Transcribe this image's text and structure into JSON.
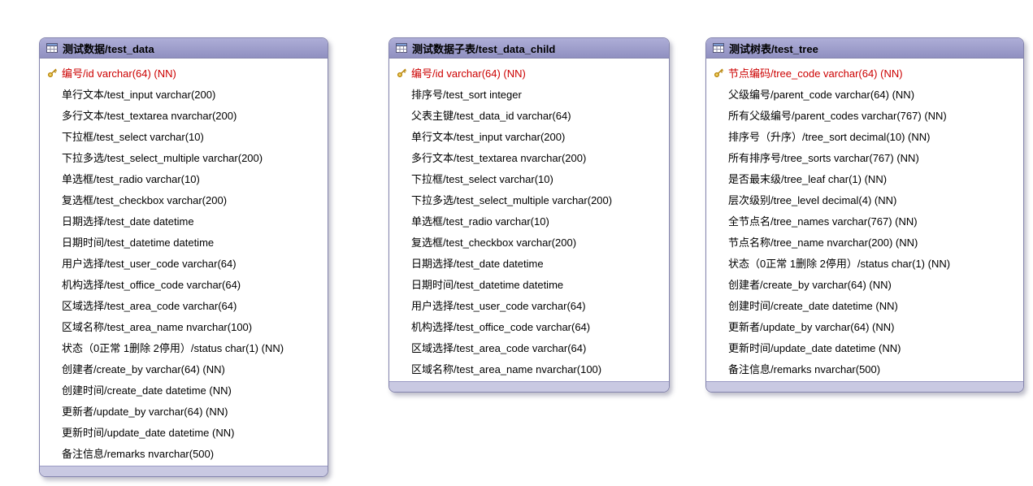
{
  "colors": {
    "header_bg_top": "#aeaed7",
    "header_bg_bottom": "#9090c1",
    "footer_bg": "#c9c9e2",
    "pk_color": "#cc0000",
    "key_gold": "#e0b434",
    "border": "#8484ad"
  },
  "icons": {
    "header_icon": "table-grid-icon",
    "pk_icon": "primary-key-icon"
  },
  "tables": [
    {
      "title": "测试数据/test_data",
      "fields": [
        {
          "label": "编号/id varchar(64) (NN)",
          "pk": true
        },
        {
          "label": "单行文本/test_input varchar(200)",
          "pk": false
        },
        {
          "label": "多行文本/test_textarea nvarchar(200)",
          "pk": false
        },
        {
          "label": "下拉框/test_select varchar(10)",
          "pk": false
        },
        {
          "label": "下拉多选/test_select_multiple varchar(200)",
          "pk": false
        },
        {
          "label": "单选框/test_radio varchar(10)",
          "pk": false
        },
        {
          "label": "复选框/test_checkbox varchar(200)",
          "pk": false
        },
        {
          "label": "日期选择/test_date datetime",
          "pk": false
        },
        {
          "label": "日期时间/test_datetime datetime",
          "pk": false
        },
        {
          "label": "用户选择/test_user_code varchar(64)",
          "pk": false
        },
        {
          "label": "机构选择/test_office_code varchar(64)",
          "pk": false
        },
        {
          "label": "区域选择/test_area_code varchar(64)",
          "pk": false
        },
        {
          "label": "区域名称/test_area_name nvarchar(100)",
          "pk": false
        },
        {
          "label": "状态（0正常 1删除 2停用）/status char(1) (NN)",
          "pk": false
        },
        {
          "label": "创建者/create_by varchar(64) (NN)",
          "pk": false
        },
        {
          "label": "创建时间/create_date datetime (NN)",
          "pk": false
        },
        {
          "label": "更新者/update_by varchar(64) (NN)",
          "pk": false
        },
        {
          "label": "更新时间/update_date datetime (NN)",
          "pk": false
        },
        {
          "label": "备注信息/remarks nvarchar(500)",
          "pk": false
        }
      ]
    },
    {
      "title": "测试数据子表/test_data_child",
      "fields": [
        {
          "label": "编号/id varchar(64) (NN)",
          "pk": true
        },
        {
          "label": "排序号/test_sort integer",
          "pk": false
        },
        {
          "label": "父表主键/test_data_id varchar(64)",
          "pk": false
        },
        {
          "label": "单行文本/test_input varchar(200)",
          "pk": false
        },
        {
          "label": "多行文本/test_textarea nvarchar(200)",
          "pk": false
        },
        {
          "label": "下拉框/test_select varchar(10)",
          "pk": false
        },
        {
          "label": "下拉多选/test_select_multiple varchar(200)",
          "pk": false
        },
        {
          "label": "单选框/test_radio varchar(10)",
          "pk": false
        },
        {
          "label": "复选框/test_checkbox varchar(200)",
          "pk": false
        },
        {
          "label": "日期选择/test_date datetime",
          "pk": false
        },
        {
          "label": "日期时间/test_datetime datetime",
          "pk": false
        },
        {
          "label": "用户选择/test_user_code varchar(64)",
          "pk": false
        },
        {
          "label": "机构选择/test_office_code varchar(64)",
          "pk": false
        },
        {
          "label": "区域选择/test_area_code varchar(64)",
          "pk": false
        },
        {
          "label": "区域名称/test_area_name nvarchar(100)",
          "pk": false
        }
      ]
    },
    {
      "title": "测试树表/test_tree",
      "fields": [
        {
          "label": "节点编码/tree_code varchar(64) (NN)",
          "pk": true
        },
        {
          "label": "父级编号/parent_code varchar(64) (NN)",
          "pk": false
        },
        {
          "label": "所有父级编号/parent_codes varchar(767) (NN)",
          "pk": false
        },
        {
          "label": "排序号（升序）/tree_sort decimal(10) (NN)",
          "pk": false
        },
        {
          "label": "所有排序号/tree_sorts varchar(767) (NN)",
          "pk": false
        },
        {
          "label": "是否最末级/tree_leaf char(1) (NN)",
          "pk": false
        },
        {
          "label": "层次级别/tree_level decimal(4) (NN)",
          "pk": false
        },
        {
          "label": "全节点名/tree_names varchar(767) (NN)",
          "pk": false
        },
        {
          "label": "节点名称/tree_name nvarchar(200) (NN)",
          "pk": false
        },
        {
          "label": "状态（0正常 1删除 2停用）/status char(1) (NN)",
          "pk": false
        },
        {
          "label": "创建者/create_by varchar(64) (NN)",
          "pk": false
        },
        {
          "label": "创建时间/create_date datetime (NN)",
          "pk": false
        },
        {
          "label": "更新者/update_by varchar(64) (NN)",
          "pk": false
        },
        {
          "label": "更新时间/update_date datetime (NN)",
          "pk": false
        },
        {
          "label": "备注信息/remarks nvarchar(500)",
          "pk": false
        }
      ]
    }
  ]
}
